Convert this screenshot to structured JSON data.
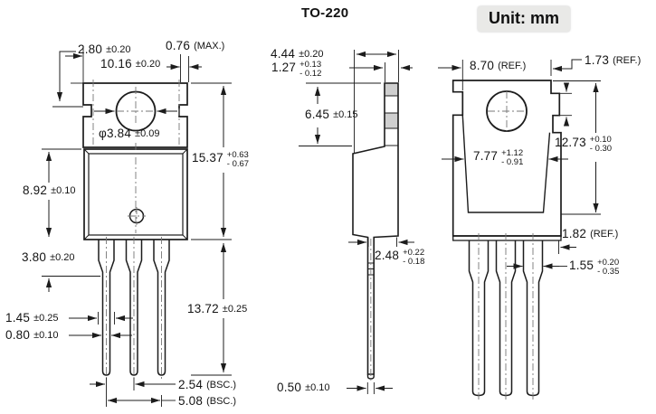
{
  "header": {
    "package_title": "TO-220",
    "unit_label": "Unit: mm"
  },
  "colors": {
    "line": "#1c1c1c",
    "tab_hatch_fill": "#cfcfcf",
    "unit_badge_bg": "#e9e9e7",
    "centerline": "#777777"
  },
  "dims": {
    "front_notch_offset": {
      "v": "2.80",
      "t": "±0.20"
    },
    "front_tab_width": {
      "v": "10.16",
      "t": "±0.20"
    },
    "front_step": {
      "v": "0.76",
      "t": "(MAX.)"
    },
    "front_hole_dia": {
      "v": "φ3.84",
      "t": "±0.09"
    },
    "front_total_height": {
      "v": "15.37",
      "p": "+0.63",
      "m": "- 0.67"
    },
    "front_body_height": {
      "v": "8.92",
      "t": "±0.10"
    },
    "front_shoulder_len": {
      "v": "3.80",
      "t": "±0.20"
    },
    "front_lead_wide": {
      "v": "1.45",
      "t": "±0.25"
    },
    "front_lead_narrow": {
      "v": "0.80",
      "t": "±0.10"
    },
    "front_lead_length": {
      "v": "13.72",
      "t": "±0.25"
    },
    "front_lead_pitch": {
      "v": "2.54",
      "t": "(BSC.)"
    },
    "front_lead_span": {
      "v": "5.08",
      "t": "(BSC.)"
    },
    "side_body_depth": {
      "v": "4.44",
      "t": "±0.20"
    },
    "side_tab_thickness": {
      "v": "1.27",
      "p": "+0.13",
      "m": "- 0.12"
    },
    "side_tab_length": {
      "v": "6.45",
      "t": "±0.15"
    },
    "side_seating": {
      "v": "2.48",
      "p": "+0.22",
      "m": "- 0.18"
    },
    "side_lead_thickness": {
      "v": "0.50",
      "t": "±0.10"
    },
    "back_tab_width": {
      "v": "8.70",
      "t": "(REF.)"
    },
    "back_step": {
      "v": "1.73",
      "t": "(REF.)"
    },
    "back_slug_width": {
      "v": "7.77",
      "p": "+1.12",
      "m": "- 0.91"
    },
    "back_tab_height": {
      "v": "12.73",
      "p": "+0.10",
      "m": "- 0.30"
    },
    "back_edge": {
      "v": "1.82",
      "t": "(REF.)"
    },
    "back_lead_width": {
      "v": "1.55",
      "p": "+0.20",
      "m": "- 0.35"
    }
  }
}
